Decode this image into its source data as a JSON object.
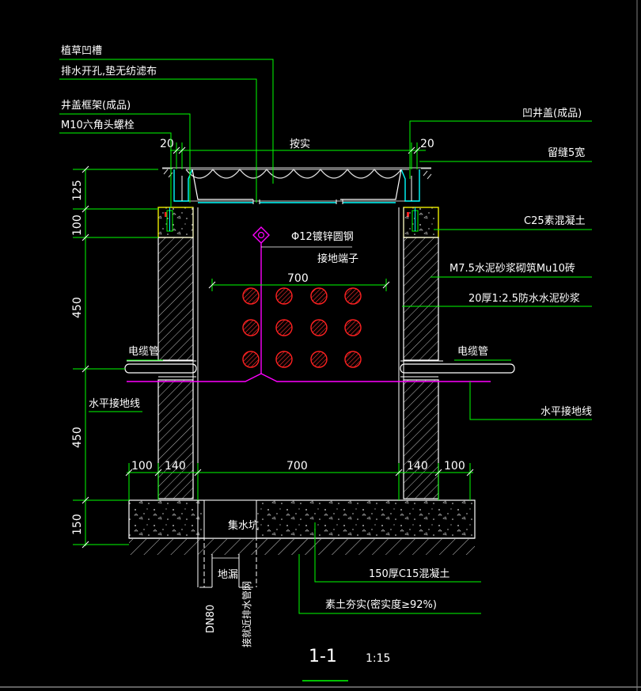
{
  "labels": {
    "planting_groove": "植草凹槽",
    "drain_holes": "排水开孔,垫无纺滤布",
    "cover_frame": "井盖框架(成品)",
    "hex_bolt": "M10六角头螺栓",
    "concave_cover": "凹井盖(成品)",
    "press_fit": "按实",
    "gap": "留缝5宽",
    "c25_concrete": "C25素混凝土",
    "galvanized_steel": "Φ12镀锌圆钢",
    "ground_terminal": "接地端子",
    "brick_wall": "M7.5水泥砂浆砌筑Mu10砖",
    "waterproof_mortar": "20厚1:2.5防水水泥砂浆",
    "cable_pipe_left": "电缆管",
    "cable_pipe_right": "电缆管",
    "ground_wire_left": "水平接地线",
    "ground_wire_right": "水平接地线",
    "sump": "集水坑",
    "floor_drain": "地漏",
    "c15_concrete": "150厚C15混凝土",
    "rammed_soil": "素土夯实(密实度≥92%)",
    "dn80": "DN80",
    "drain_pipe": "接就近排水管网"
  },
  "dimensions": {
    "top_left_gap": "20",
    "top_right_gap": "20",
    "pipe_spacing": "700",
    "vertical": [
      "125",
      "100",
      "450",
      "450",
      "150"
    ],
    "bottom": [
      "100",
      "140",
      "700",
      "140",
      "100"
    ]
  },
  "title": {
    "section": "1-1",
    "scale": "1:15"
  },
  "colors": {
    "background": "#000000",
    "leader_green": "#00ff00",
    "wall_white": "#ffffff",
    "ground_magenta": "#ff00ff",
    "cable_red": "#ff2020",
    "frame_cyan": "#00ffff",
    "concrete_yellow": "#ffff00"
  }
}
